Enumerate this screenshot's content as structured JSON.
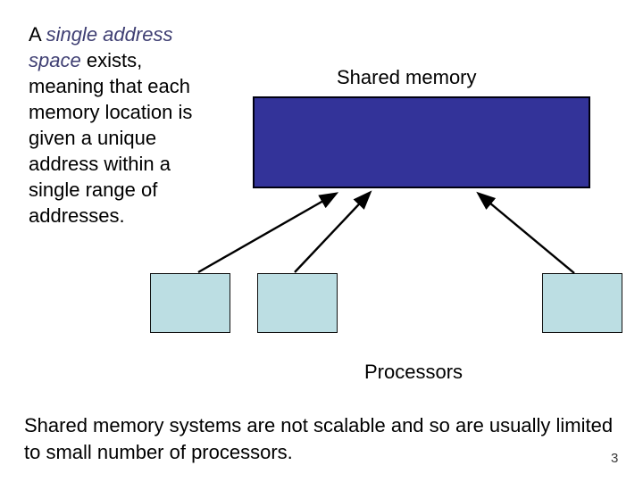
{
  "slide": {
    "intro": {
      "prefix": "A ",
      "italic_phrase": "single address space",
      "rest": " exists, meaning that each memory location is given a unique address within a single range of addresses."
    },
    "labels": {
      "shared_memory": "Shared memory",
      "processors": "Processors"
    },
    "footer_text": "Shared memory systems are not scalable and so are usually limited to small number of processors.",
    "page_number": "3",
    "diagram": {
      "processor_count": 3,
      "arrow_direction": "processors-to-shared-memory"
    },
    "colors": {
      "background": "#FFFFFF",
      "memory_box_fill": "#333399",
      "processor_box_fill": "#BCDEE3",
      "accent_text": "#3F3F73",
      "body_text": "#000000",
      "arrow": "#000000"
    }
  }
}
